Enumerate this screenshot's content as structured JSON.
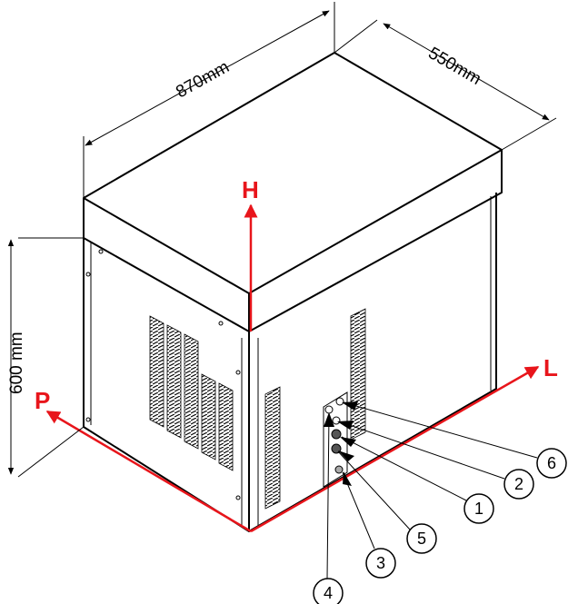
{
  "dimensions": {
    "length": "870mm",
    "depth": "550mm",
    "height": "600 mm"
  },
  "axes": {
    "height": "H",
    "length": "L",
    "depth": "P"
  },
  "callouts": [
    "1",
    "2",
    "3",
    "4",
    "5",
    "6"
  ],
  "colors": {
    "axis": "#e8151b",
    "line": "#000000"
  }
}
